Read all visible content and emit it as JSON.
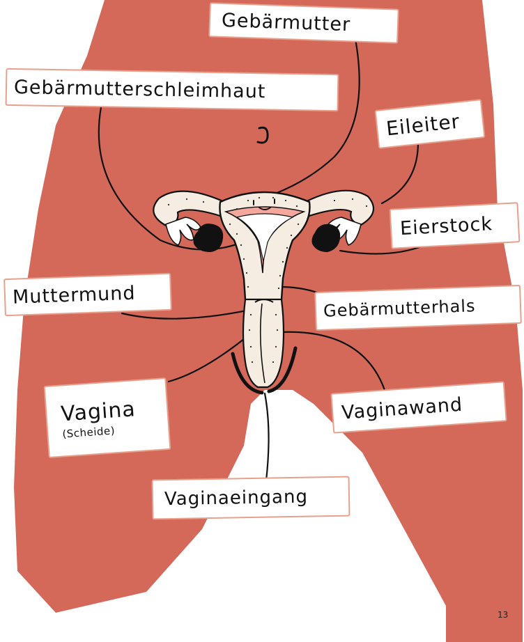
{
  "colors": {
    "background": "#ffffff",
    "body": "#d4695a",
    "tissue_fill": "#f5ece2",
    "lining": "#f4a79c",
    "ovary": "#111111",
    "label_border": "#e8a08e",
    "line": "#111111"
  },
  "labels": {
    "gebaermutter": "Gebärmutter",
    "schleimhaut": "Gebärmutterschleimhaut",
    "eileiter": "Eileiter",
    "eierstock": "Eierstock",
    "muttermund": "Muttermund",
    "gebaermutterhals": "Gebärmutterhals",
    "vagina": "Vagina",
    "vagina_sub": "(Scheide)",
    "vaginawand": "Vaginawand",
    "vaginaeingang": "Vaginaeingang"
  },
  "icons": [
    "navel-icon",
    "smiley-face-icon",
    "left-ovary-icon",
    "right-ovary-icon",
    "fimbriae-icon"
  ],
  "page_number": "13"
}
